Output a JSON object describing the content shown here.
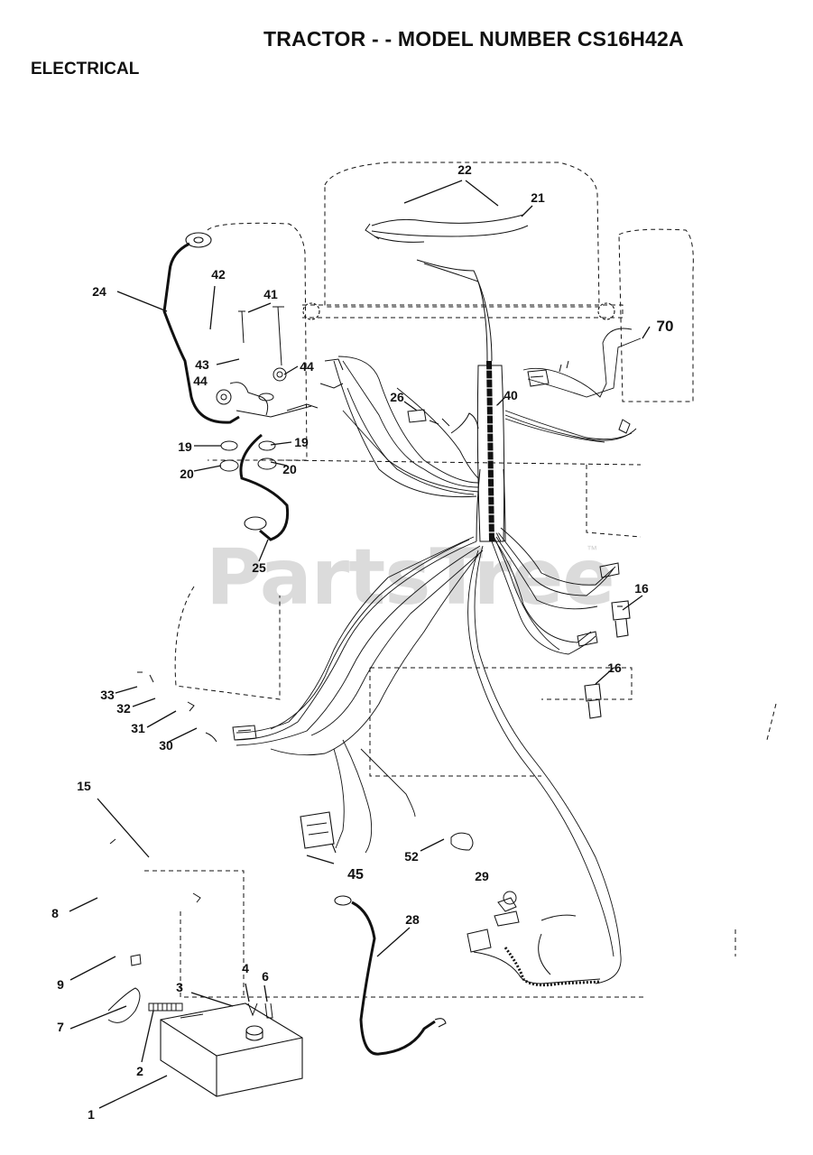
{
  "header": {
    "title": "TRACTOR - - MODEL NUMBER CS16H42A",
    "section": "ELECTRICAL"
  },
  "watermark": {
    "text": "PartsTree",
    "trademark": "™",
    "color": "#cfcfcf"
  },
  "colors": {
    "ink": "#111111",
    "background": "#ffffff"
  },
  "callouts": [
    {
      "id": "c22",
      "label": "22"
    },
    {
      "id": "c21",
      "label": "21"
    },
    {
      "id": "c24",
      "label": "24"
    },
    {
      "id": "c42",
      "label": "42"
    },
    {
      "id": "c41",
      "label": "41"
    },
    {
      "id": "c70",
      "label": "70"
    },
    {
      "id": "c43",
      "label": "43"
    },
    {
      "id": "c44a",
      "label": "44"
    },
    {
      "id": "c44b",
      "label": "44"
    },
    {
      "id": "c26",
      "label": "26"
    },
    {
      "id": "c40",
      "label": "40"
    },
    {
      "id": "c19a",
      "label": "19"
    },
    {
      "id": "c19b",
      "label": "19"
    },
    {
      "id": "c20a",
      "label": "20"
    },
    {
      "id": "c20b",
      "label": "20"
    },
    {
      "id": "c25",
      "label": "25"
    },
    {
      "id": "c16a",
      "label": "16"
    },
    {
      "id": "c16b",
      "label": "16"
    },
    {
      "id": "c33",
      "label": "33"
    },
    {
      "id": "c32",
      "label": "32"
    },
    {
      "id": "c31",
      "label": "31"
    },
    {
      "id": "c30",
      "label": "30"
    },
    {
      "id": "c15",
      "label": "15"
    },
    {
      "id": "c45",
      "label": "45"
    },
    {
      "id": "c52",
      "label": "52"
    },
    {
      "id": "c29",
      "label": "29"
    },
    {
      "id": "c8",
      "label": "8"
    },
    {
      "id": "c28",
      "label": "28"
    },
    {
      "id": "c9",
      "label": "9"
    },
    {
      "id": "c4",
      "label": "4"
    },
    {
      "id": "c6",
      "label": "6"
    },
    {
      "id": "c3",
      "label": "3"
    },
    {
      "id": "c7",
      "label": "7"
    },
    {
      "id": "c2",
      "label": "2"
    },
    {
      "id": "c1",
      "label": "1"
    }
  ]
}
